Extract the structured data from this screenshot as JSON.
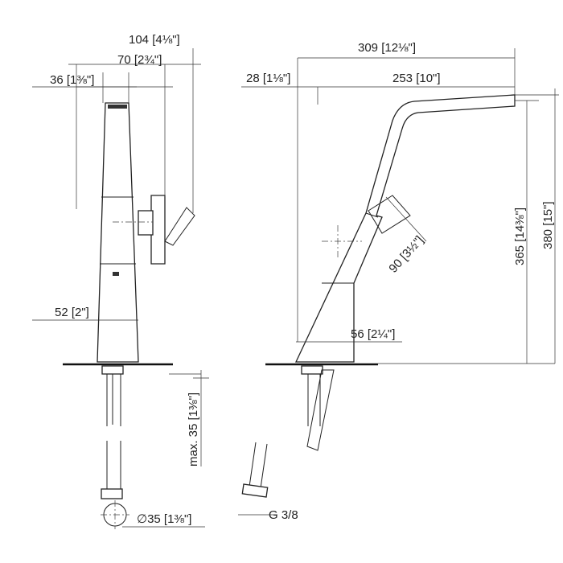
{
  "front_view": {
    "overall_width": "104 [4⅛\"]",
    "handle_offset": "70 [2¾\"]",
    "spout_width": "36 [1⅜\"]",
    "body_width": "52 [2\"]",
    "max_thickness": "max. 35 [1⅜\"]",
    "hole_diameter": "∅35 [1⅜\"]"
  },
  "side_view": {
    "projection": "309 [12⅛\"]",
    "spout_offset": "28 [1⅛\"]",
    "spout_reach": "253 [10\"]",
    "outlet_height": "365 [14⅜\"]",
    "total_height": "380 [15\"]",
    "handle_length": "90 [3½\"]",
    "body_depth": "56 [2¼\"]",
    "thread": "G 3/8"
  }
}
